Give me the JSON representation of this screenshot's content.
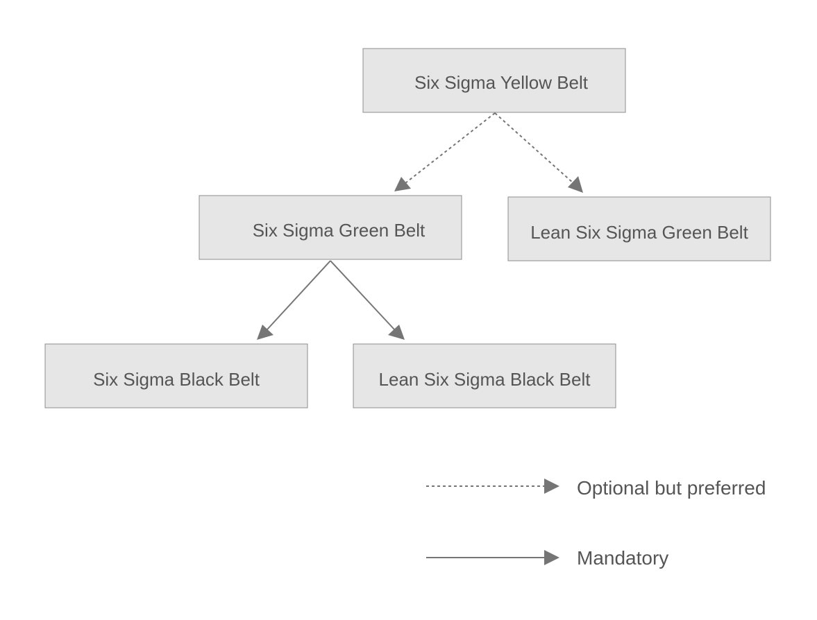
{
  "diagram": {
    "nodes": [
      {
        "id": "yellow",
        "label": "Six Sigma Yellow Belt"
      },
      {
        "id": "green",
        "label": "Six Sigma Green Belt"
      },
      {
        "id": "lean_green",
        "label": "Lean Six Sigma Green Belt"
      },
      {
        "id": "black",
        "label": "Six Sigma Black Belt"
      },
      {
        "id": "lean_black",
        "label": "Lean Six Sigma Black Belt"
      }
    ],
    "edges": [
      {
        "from": "yellow",
        "to": "green",
        "style": "dashed"
      },
      {
        "from": "yellow",
        "to": "lean_green",
        "style": "dashed"
      },
      {
        "from": "green",
        "to": "black",
        "style": "solid"
      },
      {
        "from": "green",
        "to": "lean_black",
        "style": "solid"
      }
    ],
    "colors": {
      "node_fill": "#e6e6e6",
      "node_border": "#8c8c8c",
      "text": "#555555",
      "edge": "#757575"
    }
  },
  "legend": {
    "items": [
      {
        "style": "dashed",
        "label": "Optional but preferred"
      },
      {
        "style": "solid",
        "label": "Mandatory"
      }
    ]
  }
}
